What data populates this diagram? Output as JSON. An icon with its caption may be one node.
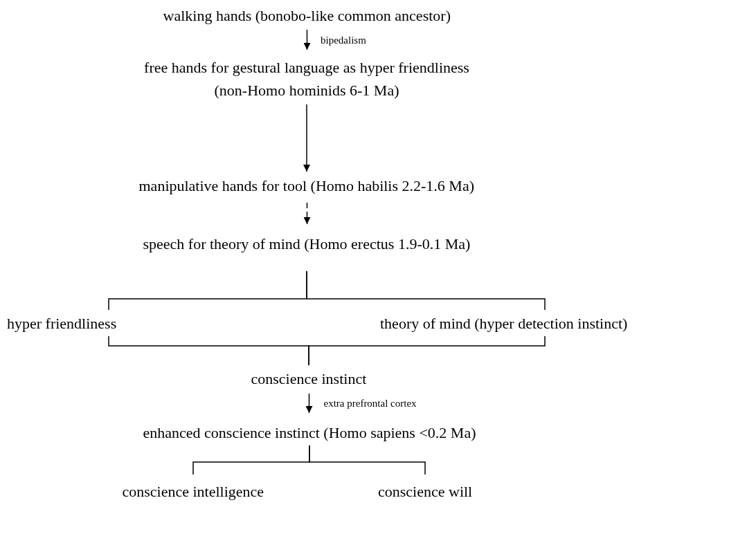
{
  "diagram": {
    "nodes": [
      {
        "text": [
          "walking hands (bonobo-like common ancestor)"
        ]
      },
      {
        "text": [
          "free hands for gestural language as hyper friendliness (non-Homo hominids 6-1 Ma)"
        ]
      },
      {
        "text": [
          "manipulative hands for tool (Homo habilis 2.2-1.6 Ma)"
        ]
      },
      {
        "text": [
          "speech for theory of mind (Homo erectus 1.9-0.1 Ma)"
        ]
      },
      {
        "text": [
          "hyper friendliness"
        ]
      },
      {
        "text": [
          "theory of mind (hyper detection instinct)"
        ]
      },
      {
        "text": [
          "conscience instinct"
        ]
      },
      {
        "text": [
          "enhanced conscience instinct (Homo sapiens <0.2 Ma)"
        ]
      },
      {
        "text": [
          "conscience intelligence"
        ]
      },
      {
        "text": [
          "conscience will"
        ]
      }
    ],
    "edges": [
      {
        "from": 0,
        "to": 1,
        "arrow": "to",
        "label": "bipedalism"
      },
      {
        "from": 1,
        "to": 2,
        "arrow": "to"
      },
      {
        "from": 2,
        "to": 3,
        "arrow": "to",
        "style": "dashed"
      },
      {
        "from": 3,
        "to": 4,
        "arrow": "none"
      },
      {
        "from": 3,
        "to": 5,
        "arrow": "none"
      },
      {
        "from": 4,
        "to": 6,
        "arrow": "none"
      },
      {
        "from": 5,
        "to": 6,
        "arrow": "none"
      },
      {
        "from": 6,
        "to": 7,
        "arrow": "to",
        "label": "extra prefrontal cortex"
      },
      {
        "from": 7,
        "to": 8,
        "arrow": "none"
      },
      {
        "from": 7,
        "to": 9,
        "arrow": "none"
      }
    ]
  }
}
